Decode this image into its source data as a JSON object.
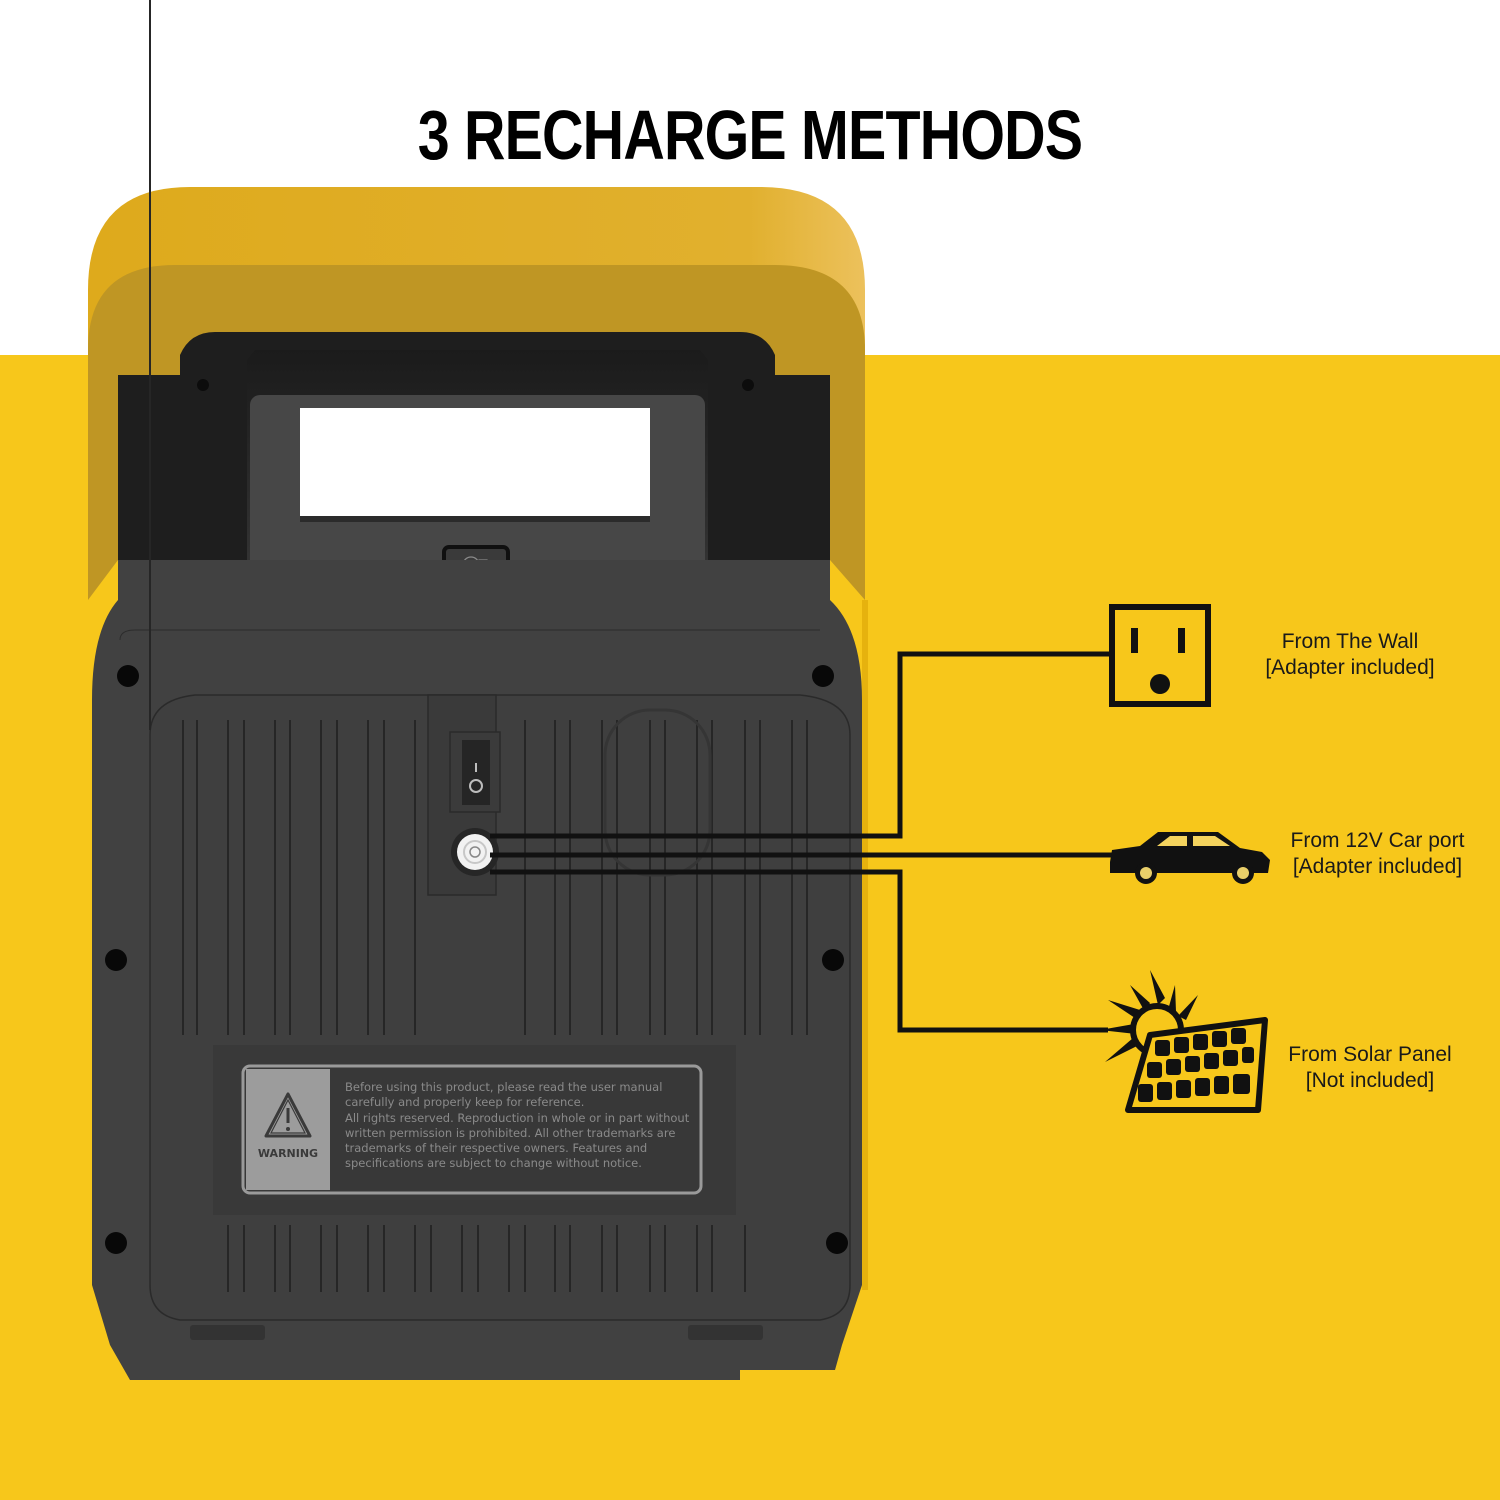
{
  "header": {
    "title": "3 RECHARGE METHODS"
  },
  "colors": {
    "background_top": "#ffffff",
    "background_accent": "#f7c71b",
    "handle_yellow": "#e0ae28",
    "handle_shadow": "#bf9624",
    "device_body": "#434343",
    "device_dark": "#2a2a2a",
    "cable": "#111111"
  },
  "device": {
    "switch_symbols": {
      "on": "I",
      "off": "O"
    },
    "light_button_icon": "lightbulb-icon",
    "warning_panel": {
      "icon": "warning-triangle-icon",
      "label": "WARNING",
      "lines": [
        "Before using this product, please read the user manual",
        "carefully and properly keep for reference.",
        "All rights reserved. Reproduction in whole or in part without",
        "written permission is prohibited. All other trademarks are",
        "trademarks of their respective owners. Features and",
        "specifications are subject to change without notice."
      ]
    }
  },
  "methods": [
    {
      "icon": "wall-outlet-icon",
      "title": "From The Wall",
      "note": "[Adapter included]"
    },
    {
      "icon": "car-icon",
      "title": "From 12V Car port",
      "note": "[Adapter included]"
    },
    {
      "icon": "solar-panel-icon",
      "title": "From Solar Panel",
      "note": "[Not included]"
    }
  ]
}
